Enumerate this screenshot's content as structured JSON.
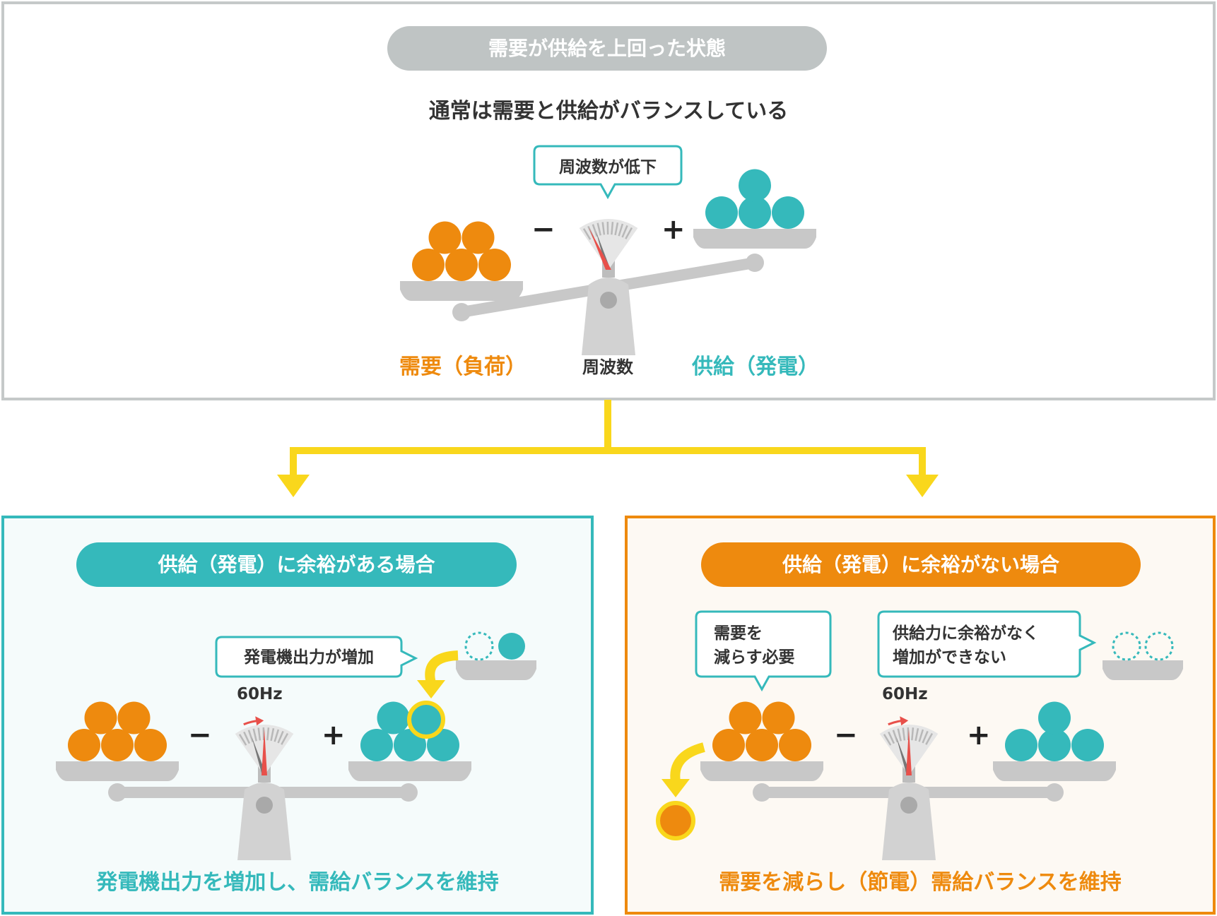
{
  "colors": {
    "orange": "#ee8a0e",
    "teal": "#35b9bb",
    "yellow": "#f9d71c",
    "gray": "#c8c8c8",
    "pill_gray": "#bfc4c4",
    "needle_red": "#e8504a",
    "border_gray": "#c5c9c9",
    "text_dark": "#333333",
    "bg_teal_light": "#f5fbfb",
    "bg_orange_light": "#fdf9f3"
  },
  "top": {
    "header": "需要が供給を上回った状態",
    "subtitle": "通常は需要と供給がバランスしている",
    "bubble": "周波数が低下",
    "minus": "−",
    "plus": "+",
    "label_demand": "需要（負荷）",
    "label_freq": "周波数",
    "label_supply": "供給（発電）"
  },
  "left": {
    "header": "供給（発電）に余裕がある場合",
    "bubble": "発電機出力が増加",
    "hz": "60Hz",
    "minus": "−",
    "plus": "+",
    "footer": "発電機出力を増加し、需給バランスを維持"
  },
  "right": {
    "header": "供給（発電）に余裕がない場合",
    "bubble1_line1": "需要を",
    "bubble1_line2": "減らす必要",
    "bubble2_line1": "供給力に余裕がなく",
    "bubble2_line2": "増加ができない",
    "hz": "60Hz",
    "minus": "−",
    "plus": "+",
    "footer": "需要を減らし（節電）需給バランスを維持"
  },
  "icons": {
    "scale": "balance-scale-icon",
    "gauge": "frequency-gauge-icon",
    "arrow": "curved-arrow-icon"
  }
}
